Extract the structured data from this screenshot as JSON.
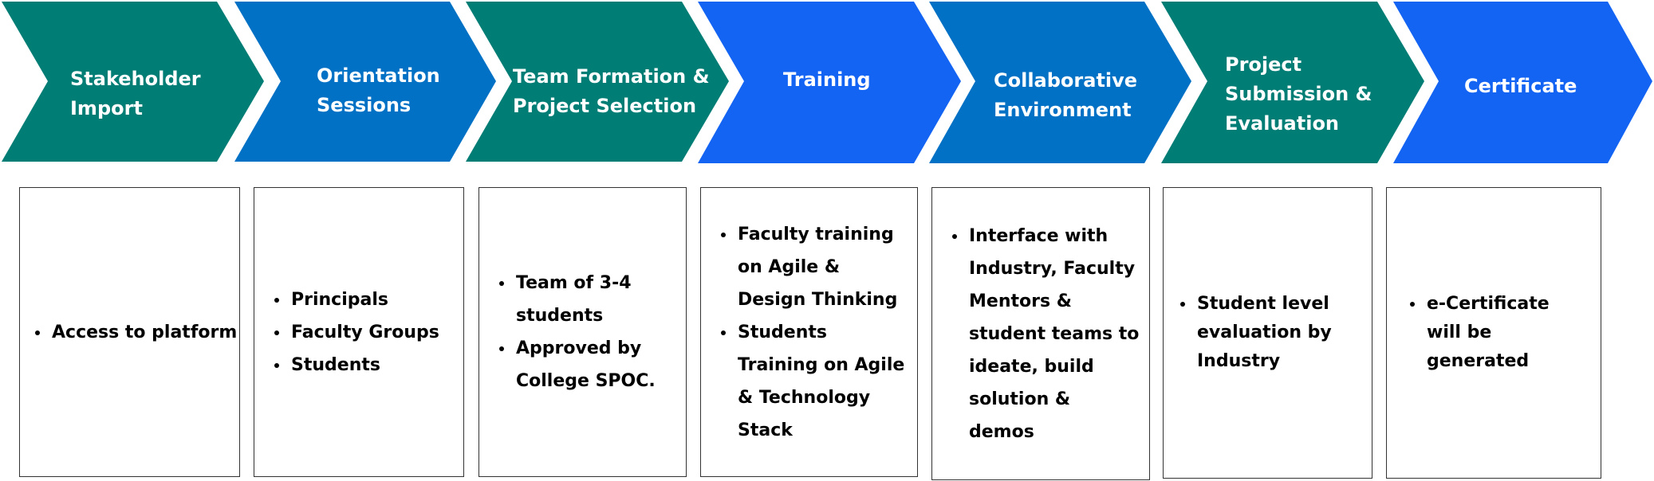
{
  "colors": {
    "teal": "#007D75",
    "blue": "#0071C5",
    "bright_blue": "#1464F4",
    "box_border": "#333333",
    "text_dark": "#000000",
    "text_light": "#FFFFFF"
  },
  "steps": [
    {
      "label": "Stakeholder\nImport",
      "color": "teal",
      "bullets": [
        "Access to platform"
      ]
    },
    {
      "label": "Orientation\nSessions",
      "color": "blue",
      "bullets": [
        "Principals",
        "Faculty Groups",
        "Students"
      ]
    },
    {
      "label": "Team Formation &\nProject Selection",
      "color": "teal",
      "bullets": [
        "Team of 3-4 students",
        "Approved by College SPOC."
      ]
    },
    {
      "label": "Training",
      "color": "bright_blue",
      "bullets": [
        "Faculty training on Agile & Design Thinking",
        "Students Training on Agile & Technology Stack"
      ]
    },
    {
      "label": "Collaborative\nEnvironment",
      "color": "blue",
      "bullets": [
        "Interface with Industry, Faculty Mentors & student teams to ideate, build solution & demos"
      ]
    },
    {
      "label": "Project\nSubmission &\nEvaluation",
      "color": "teal",
      "bullets": [
        "Student level evaluation by Industry"
      ]
    },
    {
      "label": "Certificate",
      "color": "bright_blue",
      "bullets": [
        "e-Certificate will be generated"
      ]
    }
  ]
}
